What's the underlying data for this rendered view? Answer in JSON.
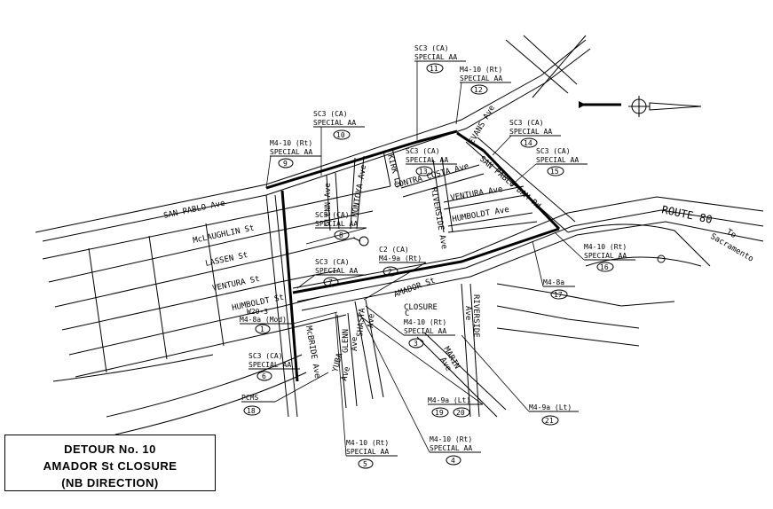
{
  "title": {
    "line1": "DETOUR No. 10",
    "line2": "AMADOR St CLOSURE",
    "line3": "(NB DIRECTION)"
  },
  "streets": {
    "san_pablo_ave": "SAN PABLO Ave",
    "mclaughlin": "McLAUGHLIN St",
    "lassen": "LASSEN St",
    "ventura_w": "VENTURA St",
    "humboldt_w": "HUMBOLDT St",
    "glenn": "GLENN Ave",
    "montoya": "MONTOYA Ave",
    "kirk": "KIRK Ln",
    "contra_costa": "CONTRA COSTA Ave",
    "riverside_n": "RIVERSIDE Ave",
    "evans": "EVANS Ave",
    "san_pablo_dam": "SAN PABLO DAM Rd",
    "ventura_e": "VENTURA Ave",
    "humboldt_e": "HUMBOLDT Ave",
    "route80": "ROUTE 80",
    "to_sacramento_1": "To",
    "to_sacramento_2": "Sacramento",
    "amador": "AMADOR St",
    "closure": "CLOSURE",
    "riverside_s1": "RIVERSIDE",
    "riverside_s2": "Ave",
    "marin1": "MARIN",
    "marin2": "Ave",
    "mcbride": "McBRIDE Ave",
    "yuba1": "YUBA",
    "yuba2": "Ave",
    "glenn_s1": "GLENN",
    "glenn_s2": "Ave",
    "shasta1": "SHASTA",
    "shasta2": "Ave",
    "c_label": "C"
  },
  "signs": [
    {
      "id": "1",
      "l1": "W20-3",
      "l2": "M4-8a (Mod)"
    },
    {
      "id": "2",
      "l1": "C2 (CA)",
      "l2": "M4-9a (Rt)"
    },
    {
      "id": "3",
      "l1": "M4-10 (Rt)",
      "l2": "SPECIAL AA"
    },
    {
      "id": "4",
      "l1": "M4-10 (Rt)",
      "l2": "SPECIAL AA"
    },
    {
      "id": "5",
      "l1": "M4-10 (Rt)",
      "l2": "SPECIAL AA"
    },
    {
      "id": "6",
      "l1": "SC3 (CA)",
      "l2": "SPECIAL AA"
    },
    {
      "id": "7",
      "l1": "SC3 (CA)",
      "l2": "SPECIAL AA"
    },
    {
      "id": "8",
      "l1": "SC3 (CA)",
      "l2": "SPECIAL AA"
    },
    {
      "id": "9",
      "l1": "M4-10 (Rt)",
      "l2": "SPECIAL AA"
    },
    {
      "id": "10",
      "l1": "SC3 (CA)",
      "l2": "SPECIAL AA"
    },
    {
      "id": "11",
      "l1": "SC3 (CA)",
      "l2": "SPECIAL AA"
    },
    {
      "id": "12",
      "l1": "M4-10 (Rt)",
      "l2": "SPECIAL AA"
    },
    {
      "id": "13",
      "l1": "SC3 (CA)",
      "l2": "SPECIAL AA"
    },
    {
      "id": "14",
      "l1": "SC3 (CA)",
      "l2": "SPECIAL AA"
    },
    {
      "id": "15",
      "l1": "SC3 (CA)",
      "l2": "SPECIAL AA"
    },
    {
      "id": "16",
      "l1": "M4-10 (Rt)",
      "l2": "SPECIAL AA"
    },
    {
      "id": "17",
      "l1": "M4-8a",
      "l2": ""
    },
    {
      "id": "18",
      "l1": "PCMS",
      "l2": ""
    },
    {
      "id": "19",
      "l1": "M4-9a (Lt)",
      "l2": ""
    },
    {
      "id": "20",
      "l1": "",
      "l2": ""
    },
    {
      "id": "21",
      "l1": "M4-9a (Lt)",
      "l2": ""
    }
  ]
}
